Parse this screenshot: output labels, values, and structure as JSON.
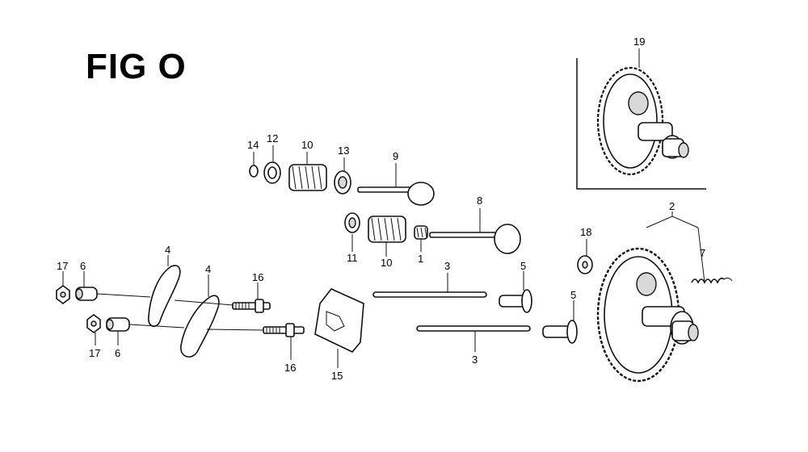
{
  "figure": {
    "title": "FIG O"
  },
  "callouts": [
    {
      "id": "c19",
      "label": "19"
    },
    {
      "id": "c14",
      "label": "14"
    },
    {
      "id": "c12",
      "label": "12"
    },
    {
      "id": "c10a",
      "label": "10"
    },
    {
      "id": "c13",
      "label": "13"
    },
    {
      "id": "c9",
      "label": "9"
    },
    {
      "id": "c8",
      "label": "8"
    },
    {
      "id": "c11",
      "label": "11"
    },
    {
      "id": "c10b",
      "label": "10"
    },
    {
      "id": "c1",
      "label": "1"
    },
    {
      "id": "c2",
      "label": "2"
    },
    {
      "id": "c18",
      "label": "18"
    },
    {
      "id": "c7",
      "label": "7"
    },
    {
      "id": "c4a",
      "label": "4"
    },
    {
      "id": "c4b",
      "label": "4"
    },
    {
      "id": "c17a",
      "label": "17"
    },
    {
      "id": "c6a",
      "label": "6"
    },
    {
      "id": "c16a",
      "label": "16"
    },
    {
      "id": "c3a",
      "label": "3"
    },
    {
      "id": "c5a",
      "label": "5"
    },
    {
      "id": "c5b",
      "label": "5"
    },
    {
      "id": "c17b",
      "label": "17"
    },
    {
      "id": "c6b",
      "label": "6"
    },
    {
      "id": "c16b",
      "label": "16"
    },
    {
      "id": "c15",
      "label": "15"
    },
    {
      "id": "c3b",
      "label": "3"
    }
  ]
}
